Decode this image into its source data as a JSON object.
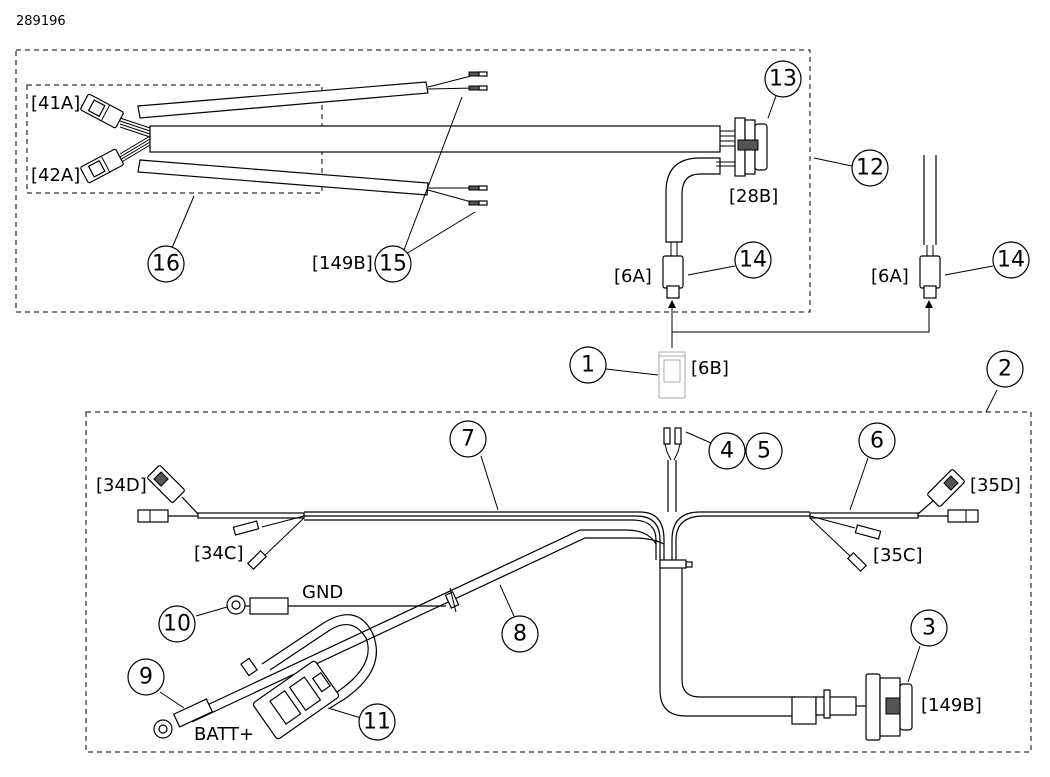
{
  "doc_id": "289196",
  "callouts": [
    "1",
    "2",
    "3",
    "4",
    "5",
    "6",
    "7",
    "8",
    "9",
    "10",
    "11",
    "12",
    "13",
    "14",
    "14",
    "15",
    "16"
  ],
  "connector_labels": {
    "c41A": "[41A]",
    "c42A": "[42A]",
    "c28B": "[28B]",
    "c149B_top": "[149B]",
    "c6A_left": "[6A]",
    "c6A_right": "[6A]",
    "c6B": "[6B]",
    "c34D": "[34D]",
    "c34C": "[34C]",
    "c35D": "[35D]",
    "c35C": "[35C]",
    "c149B_bottom": "[149B]"
  },
  "wire_labels": {
    "gnd": "GND",
    "batt": "BATT+"
  }
}
